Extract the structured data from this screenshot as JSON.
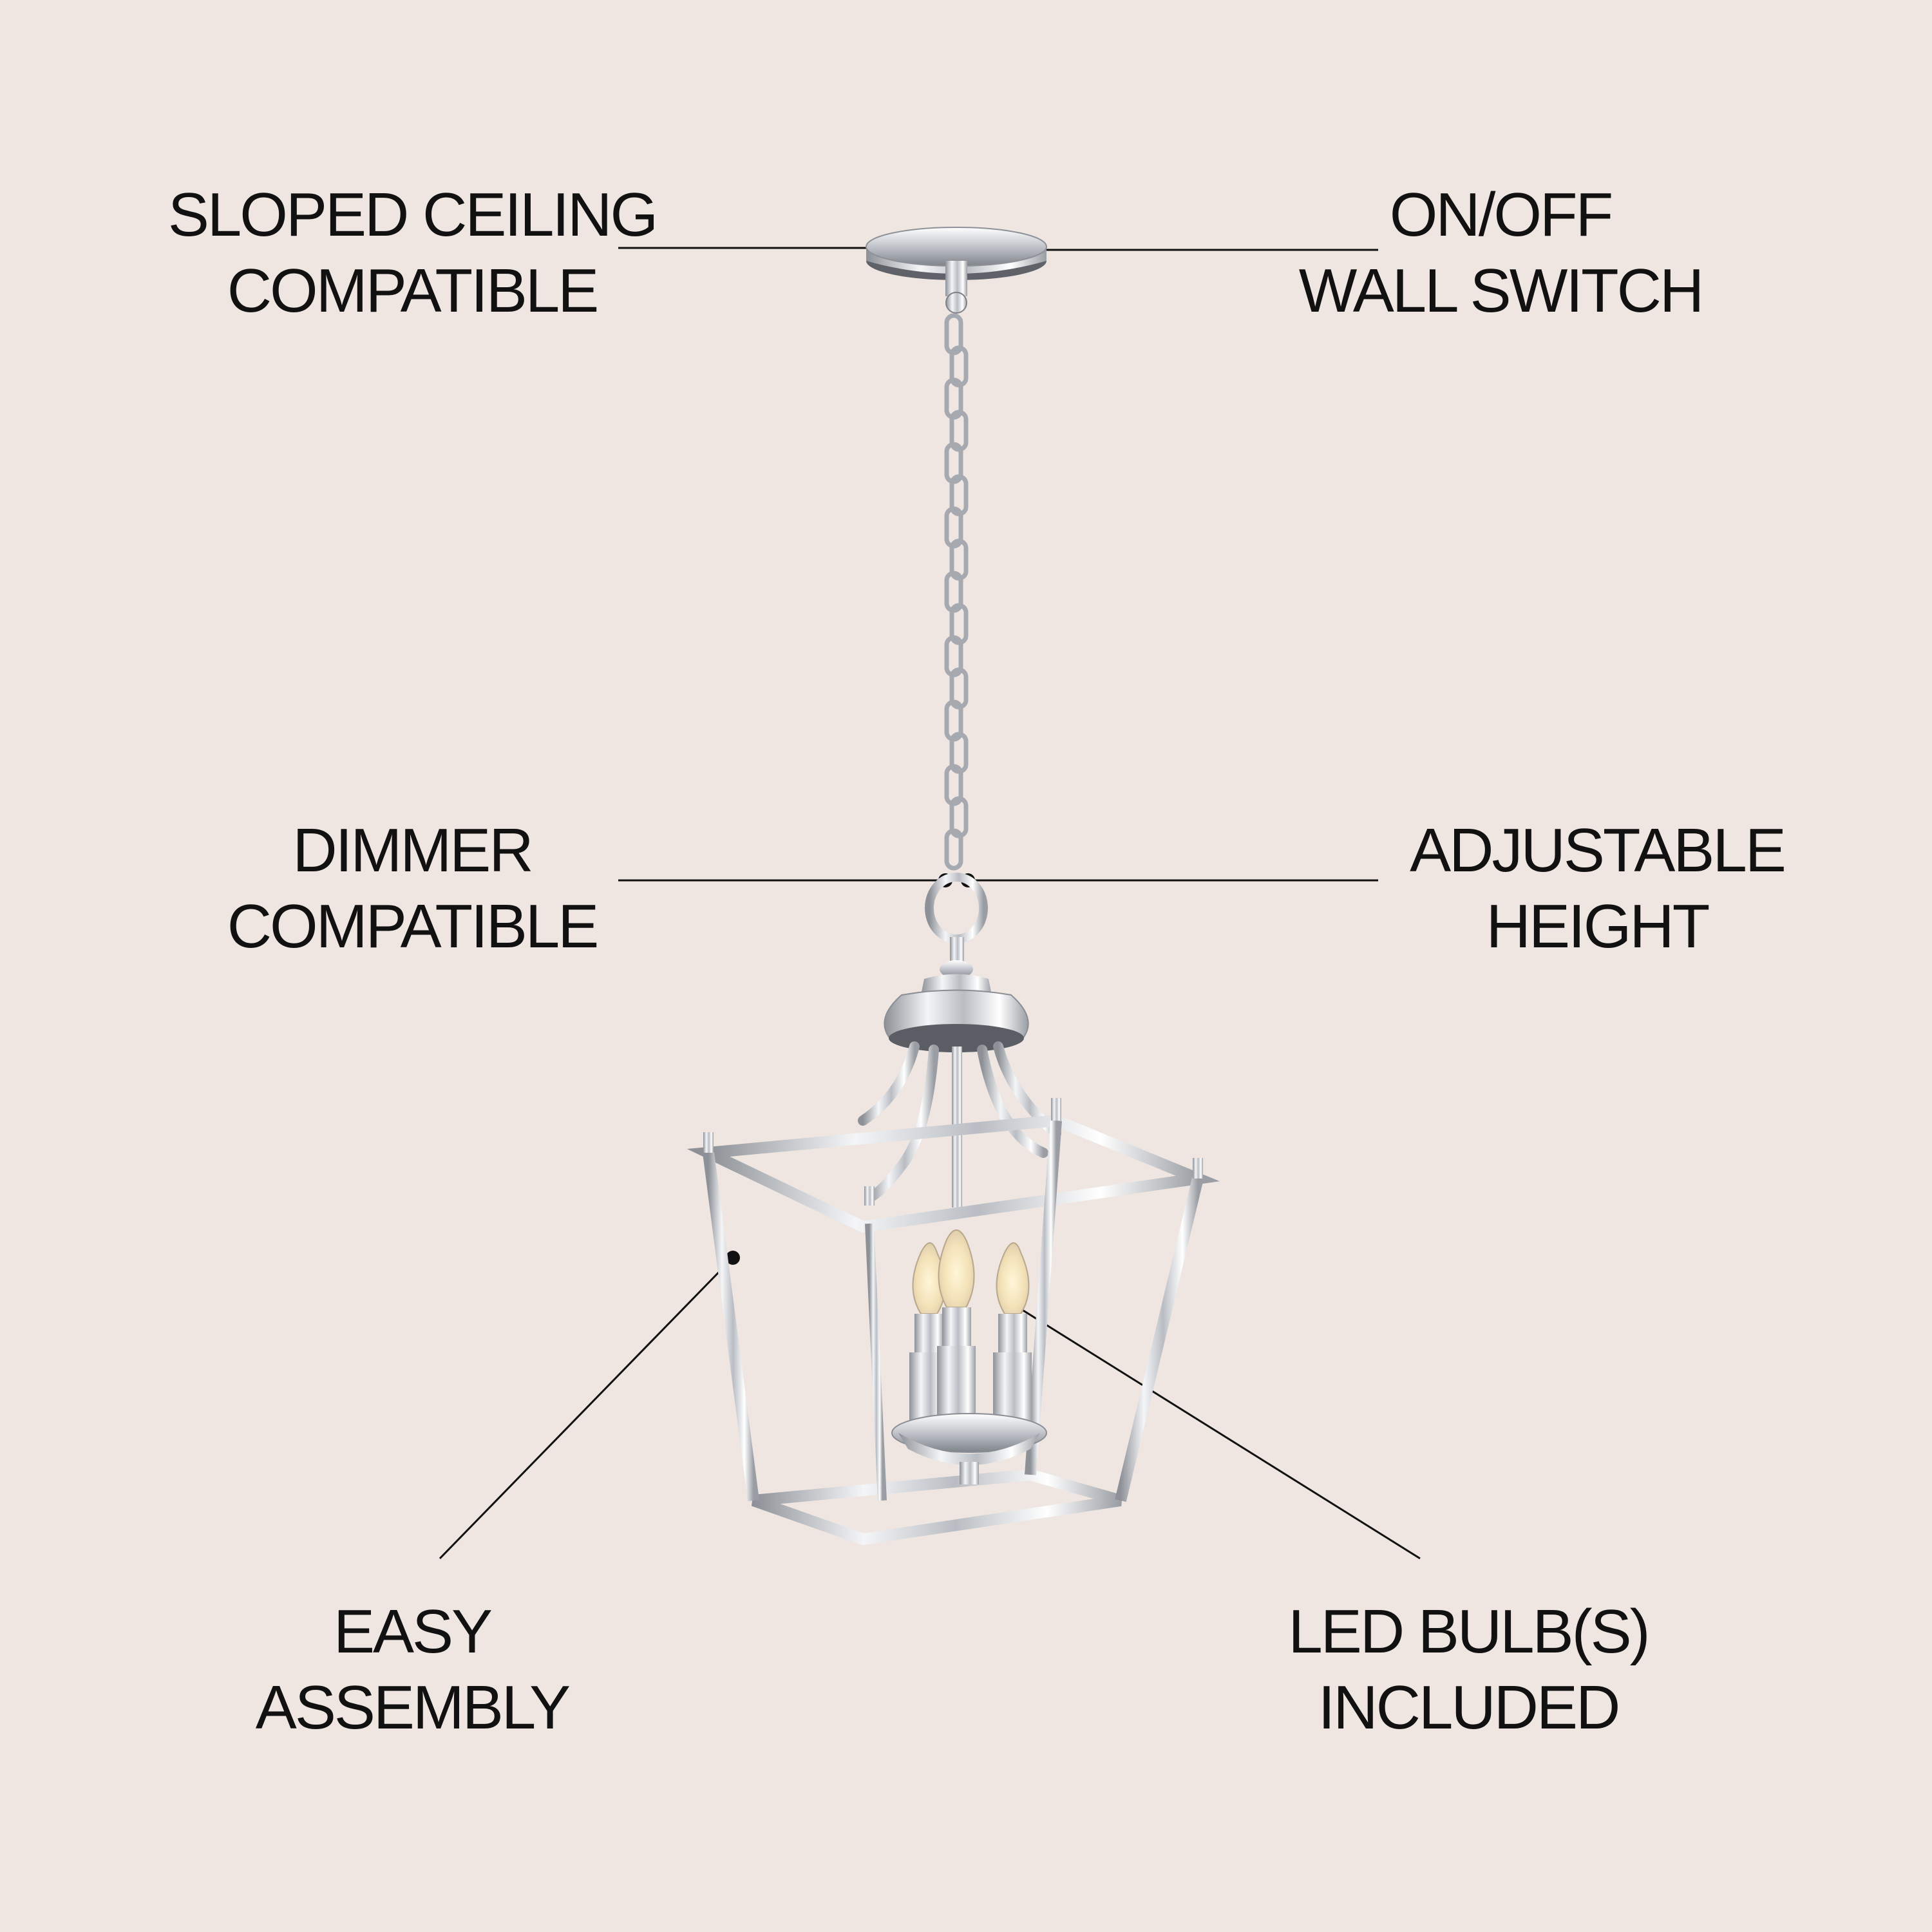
{
  "background_color": "#efe6e1",
  "text_color": "#111111",
  "metal_color": "#c9ccd1",
  "features": {
    "sloped_ceiling": {
      "line1": "SLOPED CEILING",
      "line2": "COMPATIBLE"
    },
    "on_off_switch": {
      "line1": "ON/OFF",
      "line2": "WALL SWITCH"
    },
    "dimmer": {
      "line1": "DIMMER",
      "line2": "COMPATIBLE"
    },
    "adjustable": {
      "line1": "ADJUSTABLE",
      "line2": "HEIGHT"
    },
    "easy_assembly": {
      "line1": "EASY",
      "line2": "ASSEMBLY"
    },
    "led_bulbs": {
      "line1": "LED BULB(S)",
      "line2": "INCLUDED"
    }
  },
  "icons": [
    "pendant-lantern-illustration"
  ]
}
